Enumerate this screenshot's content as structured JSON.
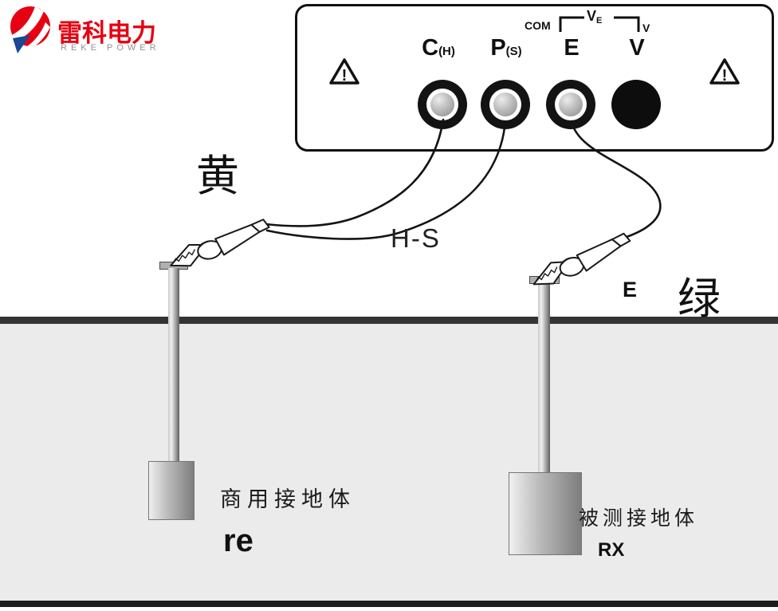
{
  "logo": {
    "name": "雷科电力",
    "subtitle": "REKE POWER",
    "colors": {
      "red": "#e60012",
      "blue": "#1b4795",
      "gray": "#8f9398"
    }
  },
  "panel": {
    "terminals": [
      {
        "main": "C",
        "sub": "(H)"
      },
      {
        "main": "P",
        "sub": "(S)"
      },
      {
        "main": "E",
        "sub": ""
      },
      {
        "main": "V",
        "sub": ""
      }
    ],
    "com": "COM",
    "ve": {
      "main": "V",
      "sub": "E"
    },
    "v": "V",
    "warning_mark": "!",
    "icons": {
      "warning": "warning-triangle-icon"
    }
  },
  "labels": {
    "yellow_wire": "黄",
    "hs": "H-S",
    "green_wire": "绿",
    "e_clip": "E"
  },
  "ground": {
    "aux_rod_title": "商用接地体",
    "aux_rod_code": "re",
    "test_rod_title": "被测接地体",
    "test_rod_code": "RX"
  }
}
